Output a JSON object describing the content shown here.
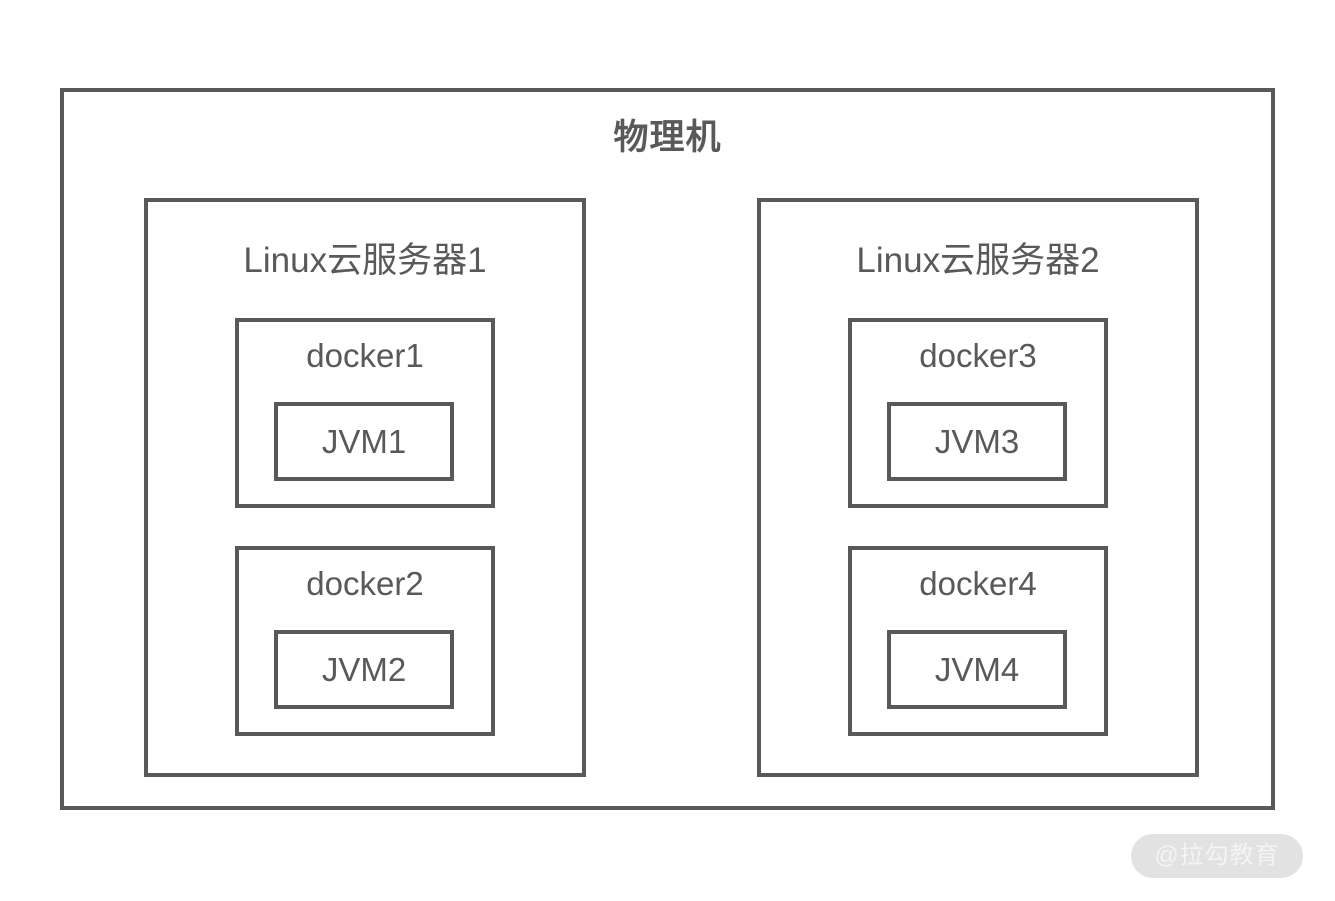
{
  "diagram": {
    "host": {
      "title": "物理机"
    },
    "servers": [
      {
        "title": "Linux云服务器1",
        "dockers": [
          {
            "title": "docker1",
            "jvm": "JVM1"
          },
          {
            "title": "docker2",
            "jvm": "JVM2"
          }
        ]
      },
      {
        "title": "Linux云服务器2",
        "dockers": [
          {
            "title": "docker3",
            "jvm": "JVM3"
          },
          {
            "title": "docker4",
            "jvm": "JVM4"
          }
        ]
      }
    ]
  },
  "watermark": {
    "text": "@拉勾教育"
  },
  "colors": {
    "stroke": "#595959",
    "text": "#595959",
    "background": "#ffffff",
    "watermark_pill": "#e2e2e2",
    "watermark_text": "#f4f4f4"
  }
}
